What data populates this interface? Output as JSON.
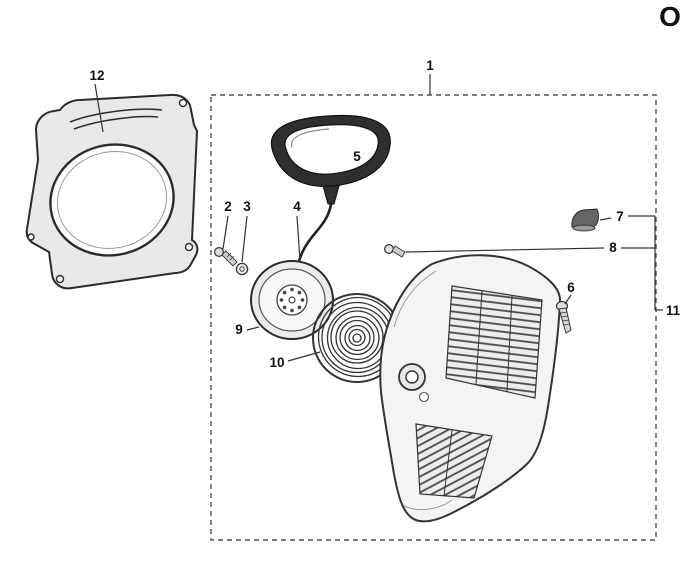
{
  "header": {
    "section_letter": "O"
  },
  "callouts": {
    "c1": "1",
    "c2": "2",
    "c3": "3",
    "c4": "4",
    "c5": "5",
    "c6": "6",
    "c7": "7",
    "c8": "8",
    "c9": "9",
    "c10": "10",
    "c11": "11",
    "c12": "12"
  },
  "colors": {
    "line": "#2b2b2b",
    "label": "#111111",
    "part_fill_light": "#f2f2f2",
    "handle_fill_dark": "#2f2f2f",
    "background": "#ffffff"
  }
}
